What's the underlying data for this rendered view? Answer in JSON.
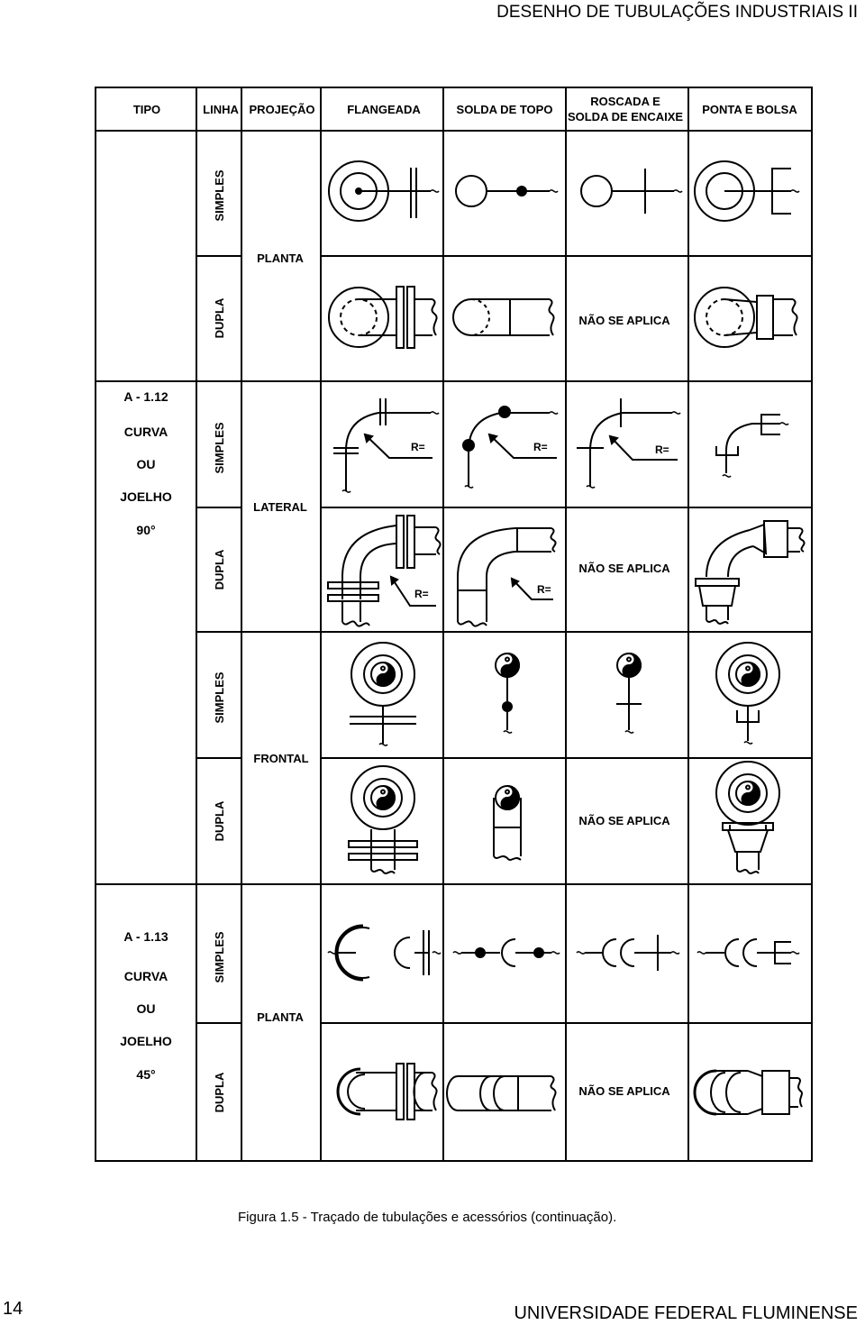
{
  "header": {
    "title": "DESENHO DE TUBULAÇÕES INDUSTRIAIS II"
  },
  "table": {
    "columns": [
      "TIPO",
      "LINHA",
      "PROJEÇÃO",
      "FLANGEADA",
      "SOLDA DE TOPO",
      "ROSCADA E",
      "SOLDA DE ENCAIXE",
      "PONTA E BOLSA"
    ],
    "blocks": [
      {
        "code": "A - 1.12",
        "name": [
          "CURVA",
          "OU",
          "JOELHO"
        ],
        "angle": "90°"
      },
      {
        "code": "A - 1.13",
        "name": [
          "CURVA",
          "OU",
          "JOELHO"
        ],
        "angle": "45°"
      }
    ],
    "projections": [
      "PLANTA",
      "LATERAL",
      "FRONTAL",
      "PLANTA"
    ],
    "line_types": [
      "SIMPLES",
      "DUPLA"
    ],
    "not_applicable": "NÃO SE APLICA",
    "radius_label": "R="
  },
  "caption": "Figura 1.5  - Traçado de tubulações e acessórios (continuação).",
  "page_number": "14",
  "footer": {
    "institution": "UNIVERSIDADE FEDERAL FLUMINENSE"
  }
}
